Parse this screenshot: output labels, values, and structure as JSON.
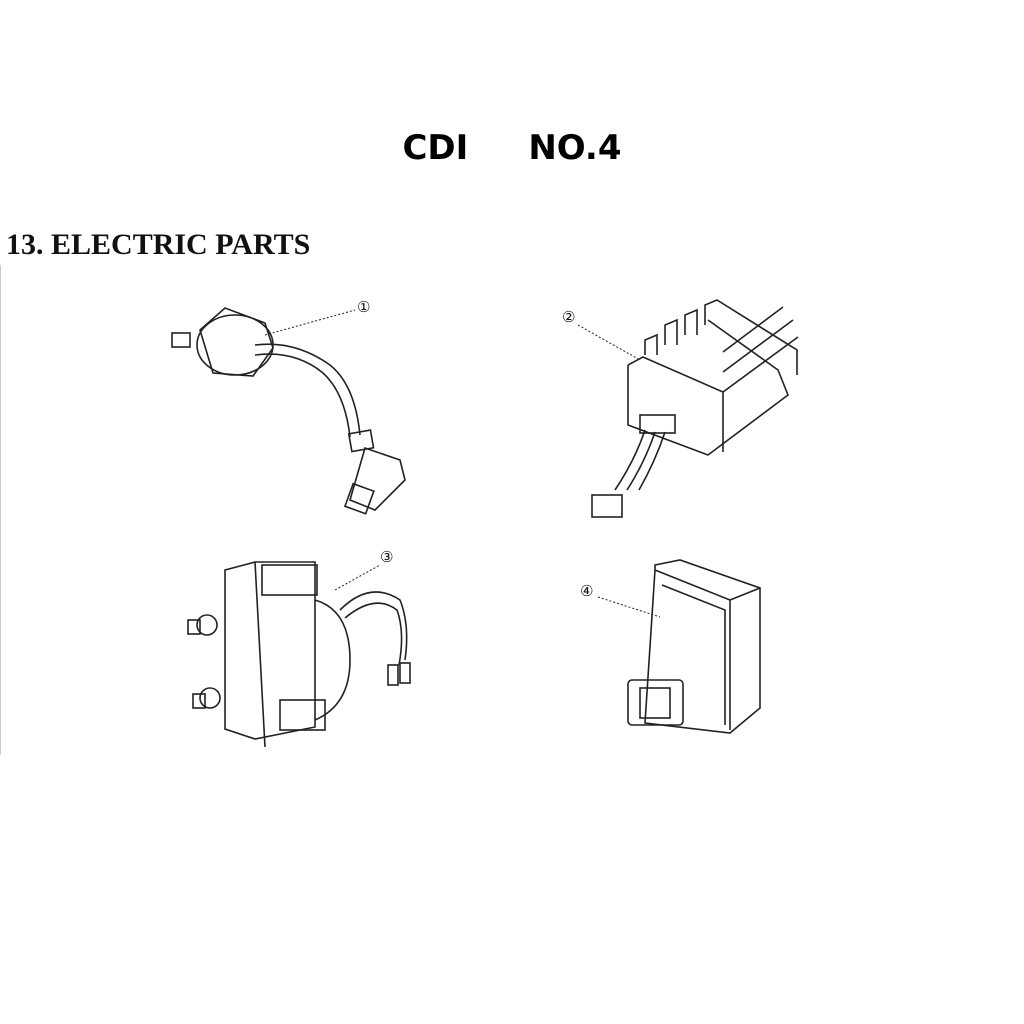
{
  "title": {
    "product": "CDI",
    "number": "NO.4"
  },
  "section_heading": "13. ELECTRIC PARTS",
  "parts": [
    {
      "callout": "①",
      "icon": "ignition-coil-icon"
    },
    {
      "callout": "②",
      "icon": "regulator-rectifier-icon"
    },
    {
      "callout": "③",
      "icon": "starter-relay-icon"
    },
    {
      "callout": "④",
      "icon": "cdi-unit-icon"
    }
  ]
}
